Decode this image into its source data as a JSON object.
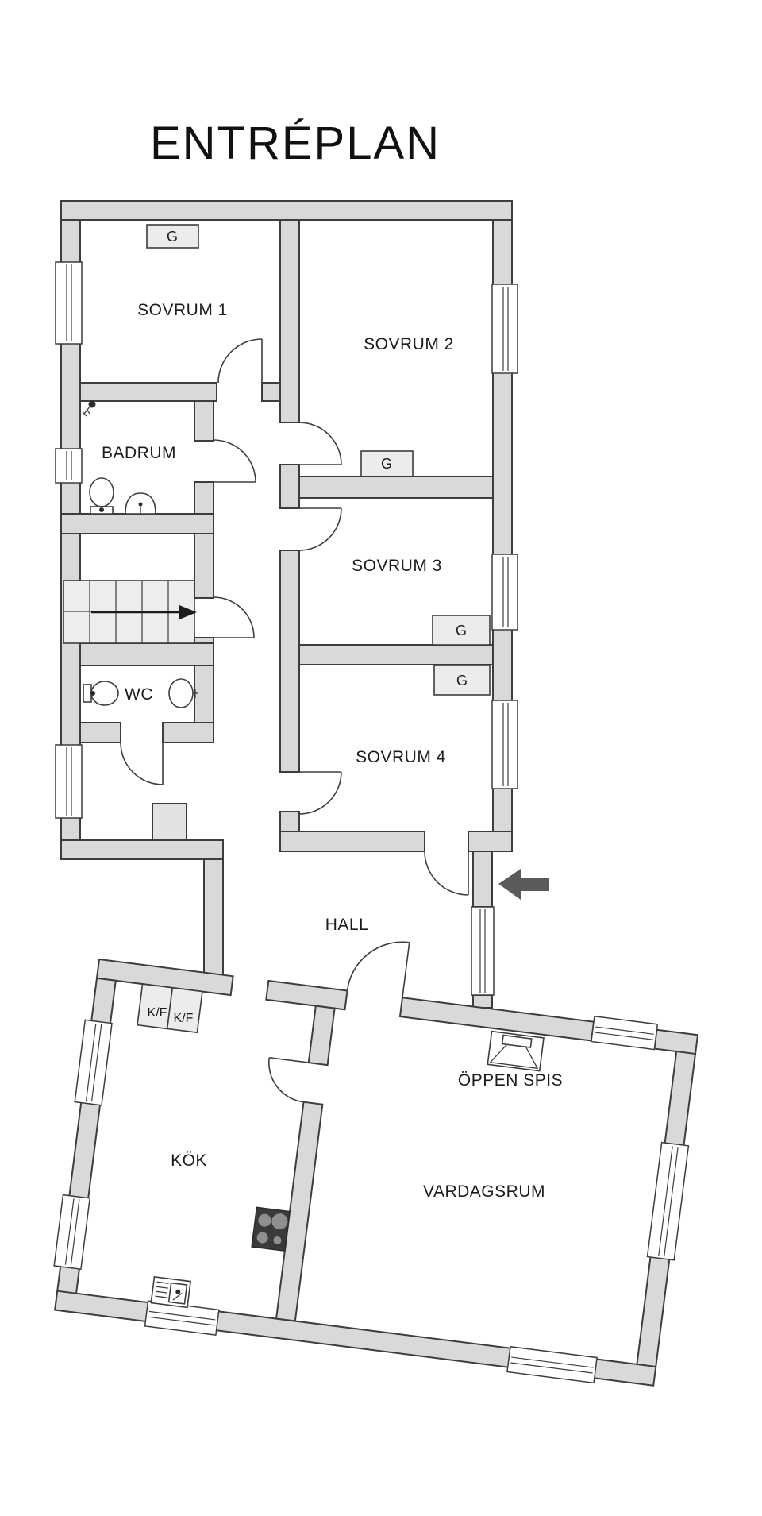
{
  "title": "ENTRÉPLAN",
  "floorplan": {
    "rooms": {
      "sovrum1": "SOVRUM 1",
      "sovrum2": "SOVRUM 2",
      "sovrum3": "SOVRUM 3",
      "sovrum4": "SOVRUM 4",
      "badrum": "BADRUM",
      "wc": "WC",
      "hall": "HALL",
      "kok": "KÖK",
      "vardagsrum": "VARDAGSRUM",
      "oppen_spis": "ÖPPEN SPIS"
    },
    "closet_labels": {
      "g1": "G",
      "g2": "G",
      "g3": "G",
      "g4": "G"
    },
    "appliance_labels": {
      "kf1": "K/F",
      "kf2": "K/F"
    },
    "icons": [
      "entrance-arrow-icon",
      "stairs-direction-arrow-icon",
      "shower-icon",
      "toilet-icon",
      "sink-icon",
      "stove-icon",
      "fireplace-icon",
      "window-icon",
      "door-swing-icon"
    ],
    "colors": {
      "wall_fill": "#d9d9d9",
      "outline": "#3d3d3d",
      "fixture_fill": "#ececec",
      "arrow": "#5a5a5a",
      "stove_fill": "#3a3a3a",
      "text": "#1c1c1c",
      "background": "#ffffff"
    }
  }
}
